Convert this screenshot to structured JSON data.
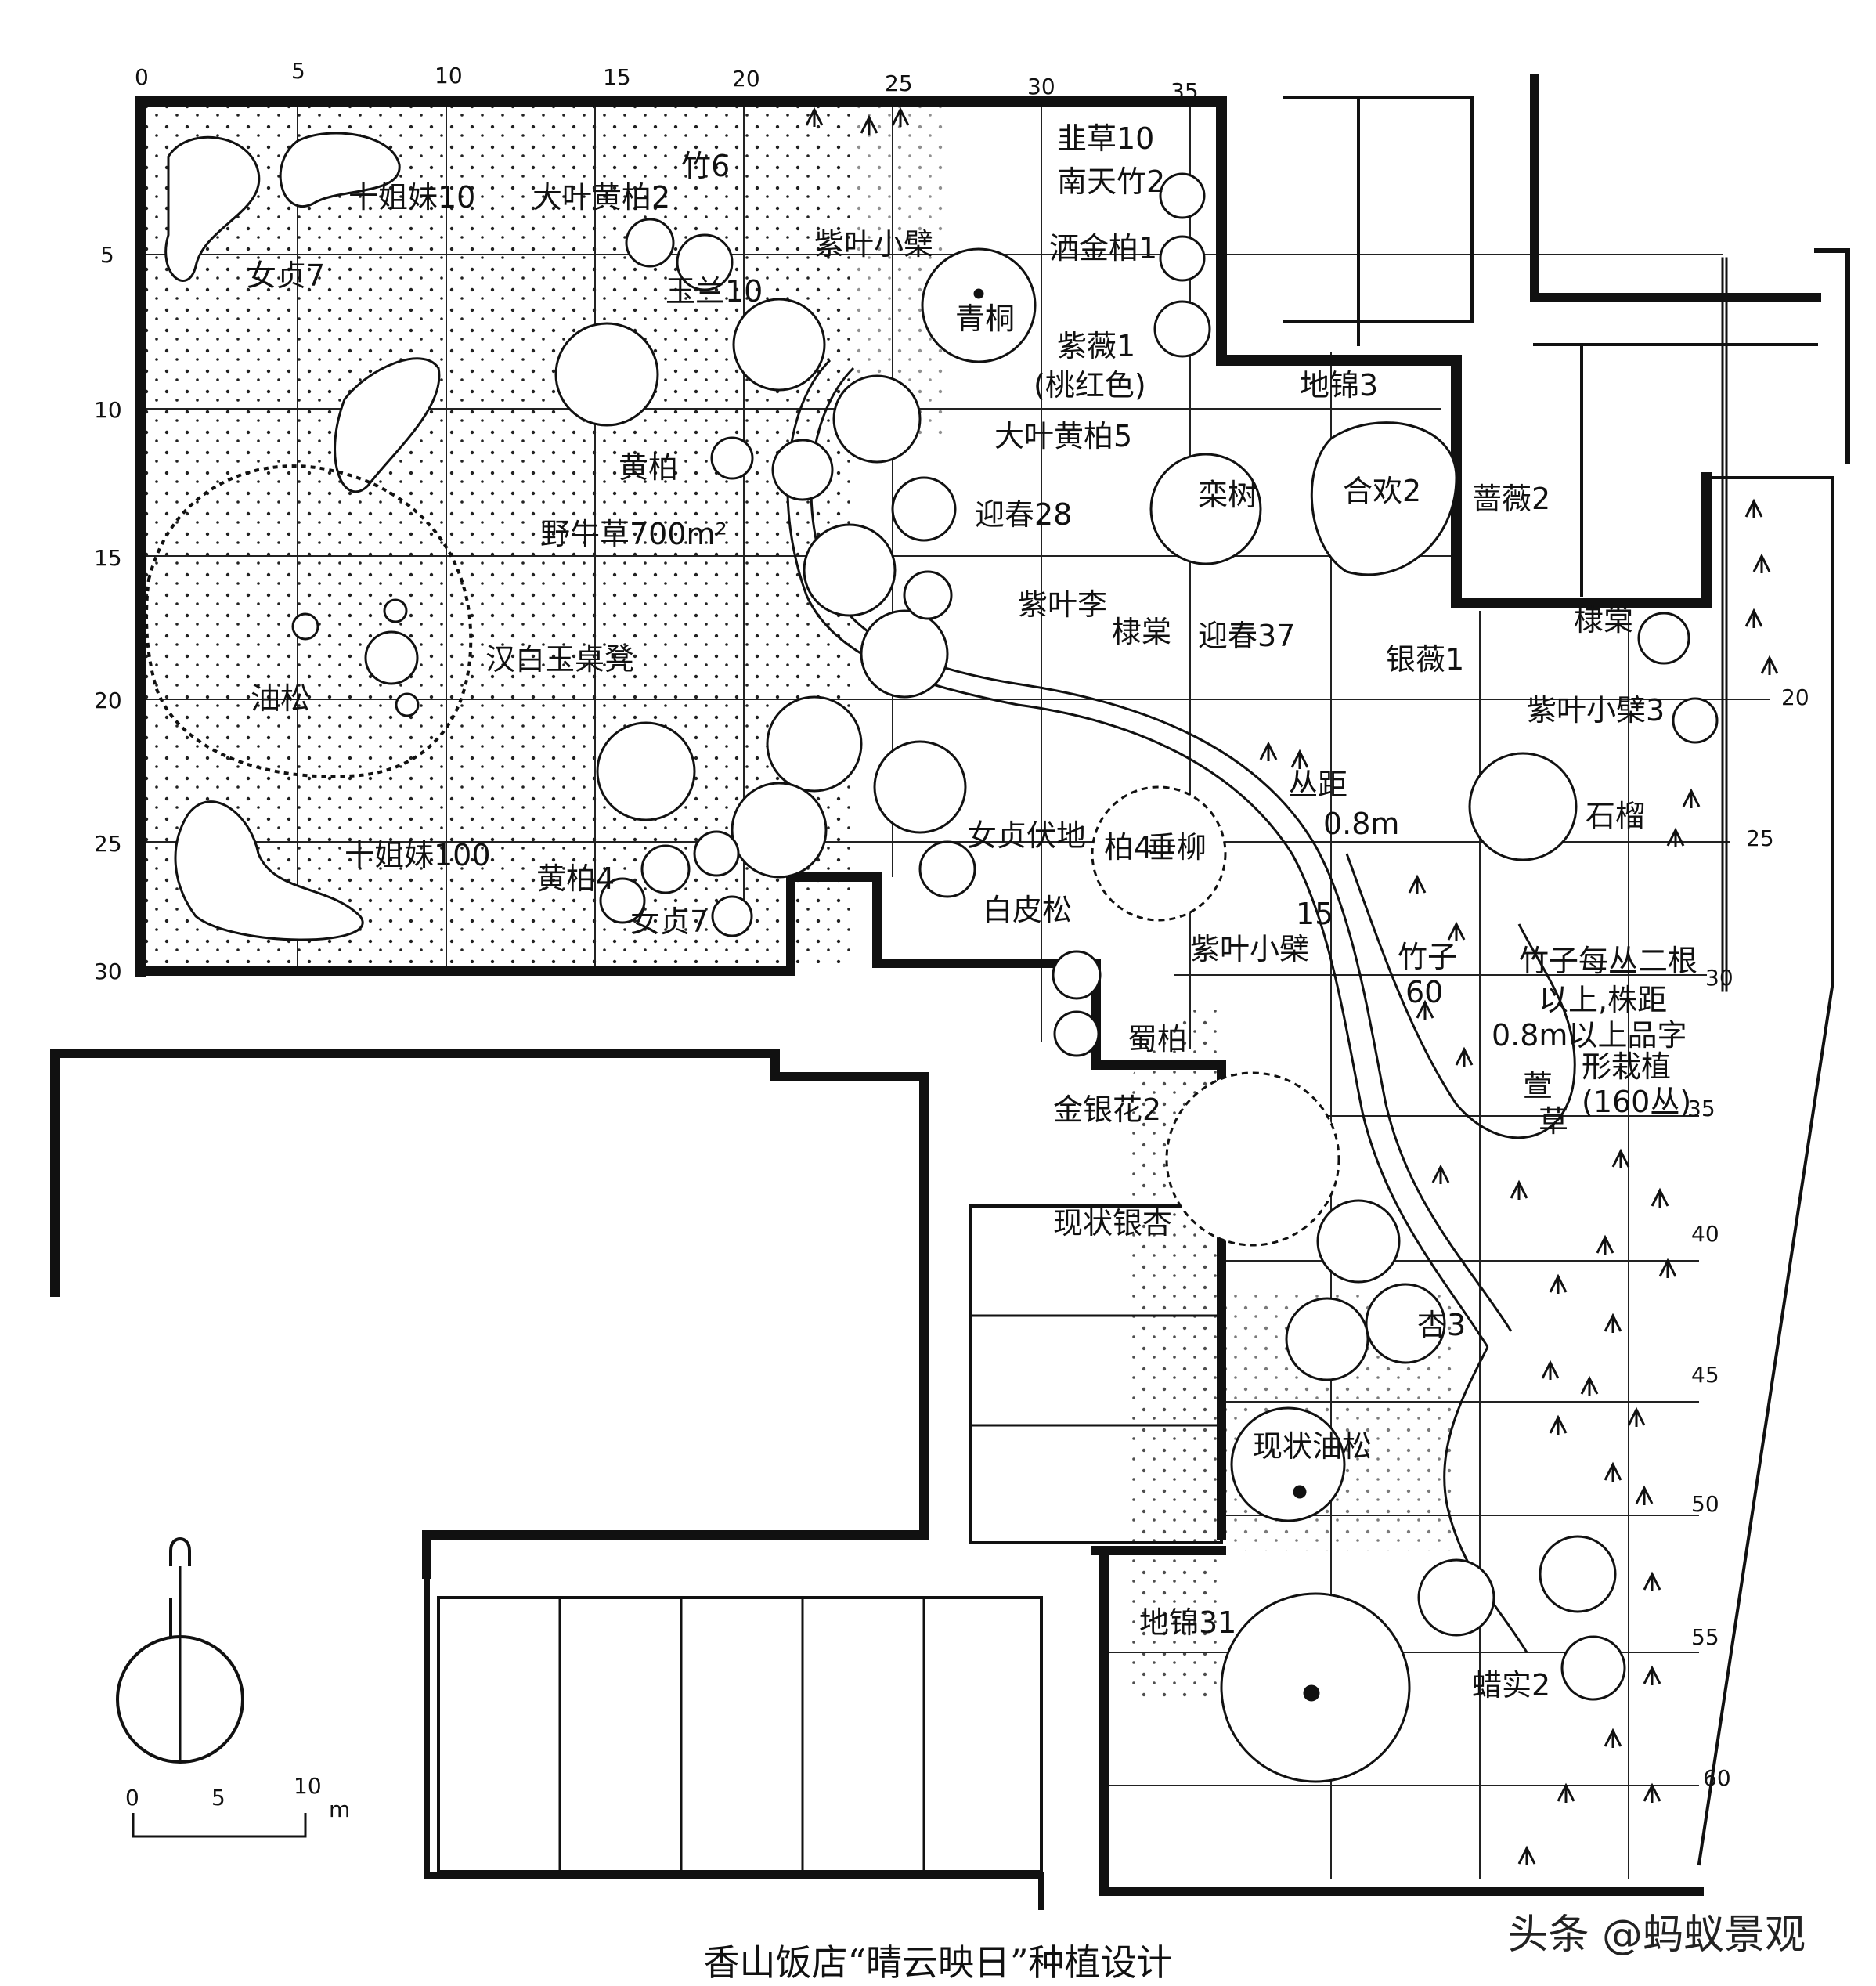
{
  "caption": "香山饭店“晴云映日”种植设计",
  "watermark": "头条 @蚂蚁景观",
  "axis_top": [
    "0",
    "5",
    "10",
    "15",
    "20",
    "25",
    "30",
    "35"
  ],
  "axis_left": [
    "5",
    "10",
    "15",
    "20",
    "25",
    "30"
  ],
  "axis_right": [
    "20",
    "25",
    "30",
    "35",
    "40",
    "45",
    "50",
    "55",
    "60"
  ],
  "scale": {
    "zero": "0",
    "five": "5",
    "ten": "10",
    "unit": "m"
  },
  "plant_labels": {
    "shijiemei_10": "十姐妹10",
    "nvzhen_7_top": "女贞7",
    "dayehuangbai_2": "大叶黄柏2",
    "zhu_6": "竹6",
    "yulan_10": "玉兰10",
    "ziyexiaonie_top": "紫叶小檗",
    "qingtong": "青桐",
    "yancao_10": "韭草10",
    "nantianzhu_2": "南天竹2",
    "sajinbai_1": "洒金柏1",
    "ziwei_1": "紫薇1",
    "taohongse": "(桃红色)",
    "dijin_3": "地锦3",
    "hehuan_2": "合欢2",
    "qiangwei_2": "蔷薇2",
    "dayehuangbai_5": "大叶黄柏5",
    "huangbai": "黄柏",
    "yechaocao": "野牛草700m²",
    "yingchun_28": "迎春28",
    "luanshu": "栾树",
    "ziyeli": "紫叶李",
    "dicai": "棣棠",
    "yingchun_37": "迎春37",
    "youpo": "油松",
    "hanbaiyu": "汉白玉桌凳",
    "yinwei_1": "银薇1",
    "dicai_2": "棣棠",
    "ziyexiaonie_3": "紫叶小檗3",
    "shiliu": "石榴",
    "congju": "丛距",
    "congju_val": "0.8m",
    "nvzhen_fudi": "女贞伏地",
    "bai_4": "柏4",
    "chuiliu": "垂柳",
    "shijiemei_100": "十姐妹100",
    "huangbai_4": "黄柏4",
    "nvzhen_7_bottom": "女贞7",
    "baipisong": "白皮松",
    "num_15": "15",
    "ziyexiaonie_mid": "紫叶小檗",
    "zhuzi": "竹子",
    "zhuzi_60": "60",
    "zhuzi_note_1": "竹子每丛二根",
    "zhuzi_note_2": "以上,株距",
    "zhuzi_note_3": "0.8m以上品字",
    "zhuzi_note_4": "形栽植",
    "zhuzi_note_5": "(160丛)",
    "shubai": "蜀柏",
    "xuancao_1": "萱",
    "xuancao_2": "草",
    "jinyinhua_2": "金银花2",
    "xianzhuang_yinxing": "现状银杏",
    "xing_3": "杏3",
    "xianzhuang_yousong": "现状油松",
    "dijin_31": "地锦31",
    "lashi_2": "蜡实2"
  }
}
